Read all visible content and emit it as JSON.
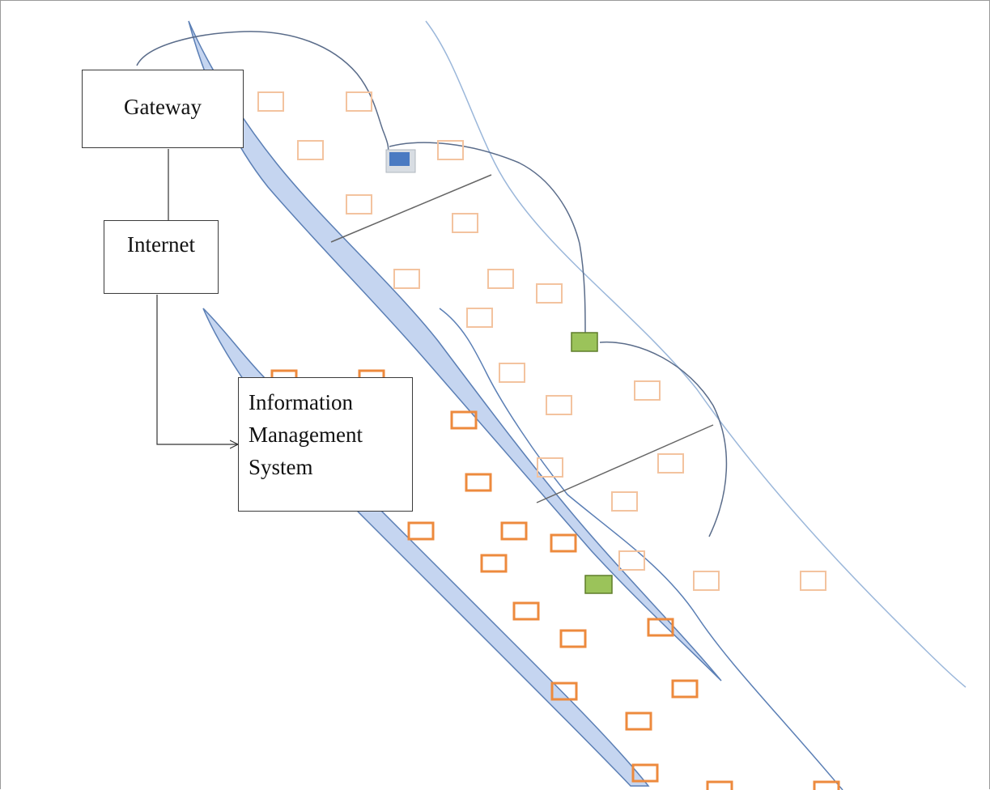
{
  "diagram": {
    "gateway_label": "Gateway",
    "internet_label": "Internet",
    "ims_label_lines": [
      "Information",
      "Management",
      "System"
    ]
  },
  "colors": {
    "river": "#c5d5f0",
    "river_edge": "#5b7fb5",
    "field_line": "#9bb7da",
    "cable": "#5a6c8a",
    "sensor_light": "#f3c39f",
    "sensor_dark": "#ed8a3d",
    "gateway_node": "#4a7ac2",
    "relay_node": "#9bc35a",
    "relay_node_border": "#5f7d2a",
    "box_border": "#3b3b3b",
    "arrow": "#333333",
    "divider": "#666666"
  },
  "icons": {
    "gateway_node": "blue-square-node",
    "relay_nodes": "green-rect-node",
    "sensor_nodes": "orange-rect-node"
  }
}
